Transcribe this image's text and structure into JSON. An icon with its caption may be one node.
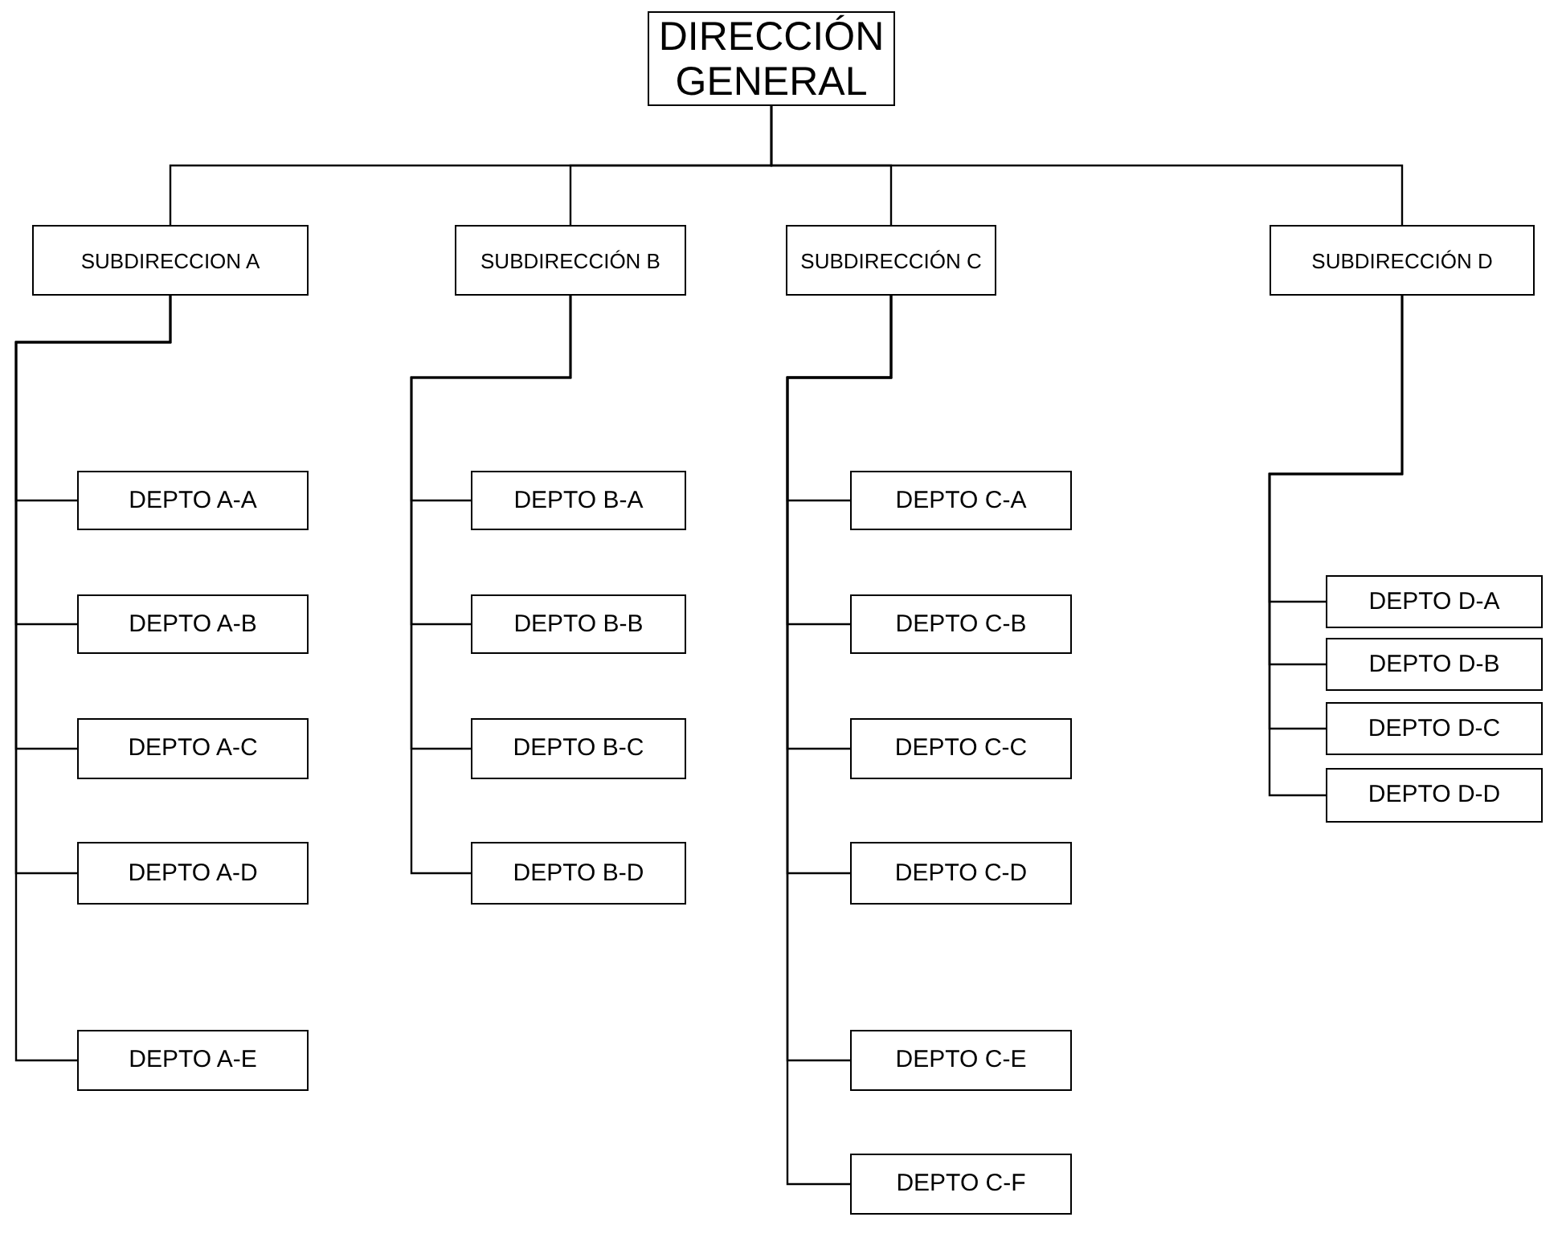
{
  "diagram": {
    "nodes": [
      {
        "text": [
          "DIRECCIÓN GENERAL"
        ]
      },
      {
        "text": [
          "SUBDIRECCION A"
        ]
      },
      {
        "text": [
          "DEPTO A-A"
        ]
      },
      {
        "text": [
          "DEPTO A-B"
        ]
      },
      {
        "text": [
          "DEPTO A-C"
        ]
      },
      {
        "text": [
          "DEPTO A-D"
        ]
      },
      {
        "text": [
          "DEPTO A-E"
        ]
      },
      {
        "text": [
          "SUBDIRECCIÓN B"
        ]
      },
      {
        "text": [
          "DEPTO B-A"
        ]
      },
      {
        "text": [
          "DEPTO B-B"
        ]
      },
      {
        "text": [
          "DEPTO B-C"
        ]
      },
      {
        "text": [
          "DEPTO B-D"
        ]
      },
      {
        "text": [
          "SUBDIRECCIÓN C"
        ]
      },
      {
        "text": [
          "DEPTO C-A"
        ]
      },
      {
        "text": [
          "DEPTO C-B"
        ]
      },
      {
        "text": [
          "DEPTO C-C"
        ]
      },
      {
        "text": [
          "DEPTO C-D"
        ]
      },
      {
        "text": [
          "DEPTO C-E"
        ]
      },
      {
        "text": [
          "DEPTO C-F"
        ]
      },
      {
        "text": [
          "SUBDIRECCIÓN D"
        ]
      },
      {
        "text": [
          "DEPTO D-A"
        ]
      },
      {
        "text": [
          "DEPTO D-B"
        ]
      },
      {
        "text": [
          "DEPTO D-C"
        ]
      },
      {
        "text": [
          "DEPTO D-D"
        ]
      }
    ],
    "edges": [
      {
        "from": 0,
        "to": 1,
        "arrow": "none"
      },
      {
        "from": 0,
        "to": 7,
        "arrow": "none"
      },
      {
        "from": 0,
        "to": 12,
        "arrow": "none"
      },
      {
        "from": 0,
        "to": 19,
        "arrow": "none"
      },
      {
        "from": 1,
        "to": 2,
        "arrow": "none"
      },
      {
        "from": 1,
        "to": 3,
        "arrow": "none"
      },
      {
        "from": 1,
        "to": 4,
        "arrow": "none"
      },
      {
        "from": 1,
        "to": 5,
        "arrow": "none"
      },
      {
        "from": 1,
        "to": 6,
        "arrow": "none"
      },
      {
        "from": 7,
        "to": 8,
        "arrow": "none"
      },
      {
        "from": 7,
        "to": 9,
        "arrow": "none"
      },
      {
        "from": 7,
        "to": 10,
        "arrow": "none"
      },
      {
        "from": 7,
        "to": 11,
        "arrow": "none"
      },
      {
        "from": 12,
        "to": 13,
        "arrow": "none"
      },
      {
        "from": 12,
        "to": 14,
        "arrow": "none"
      },
      {
        "from": 12,
        "to": 15,
        "arrow": "none"
      },
      {
        "from": 12,
        "to": 16,
        "arrow": "none"
      },
      {
        "from": 12,
        "to": 17,
        "arrow": "none"
      },
      {
        "from": 12,
        "to": 18,
        "arrow": "none"
      },
      {
        "from": 19,
        "to": 20,
        "arrow": "none"
      },
      {
        "from": 19,
        "to": 21,
        "arrow": "none"
      },
      {
        "from": 19,
        "to": 22,
        "arrow": "none"
      },
      {
        "from": 19,
        "to": 23,
        "arrow": "none"
      }
    ]
  }
}
